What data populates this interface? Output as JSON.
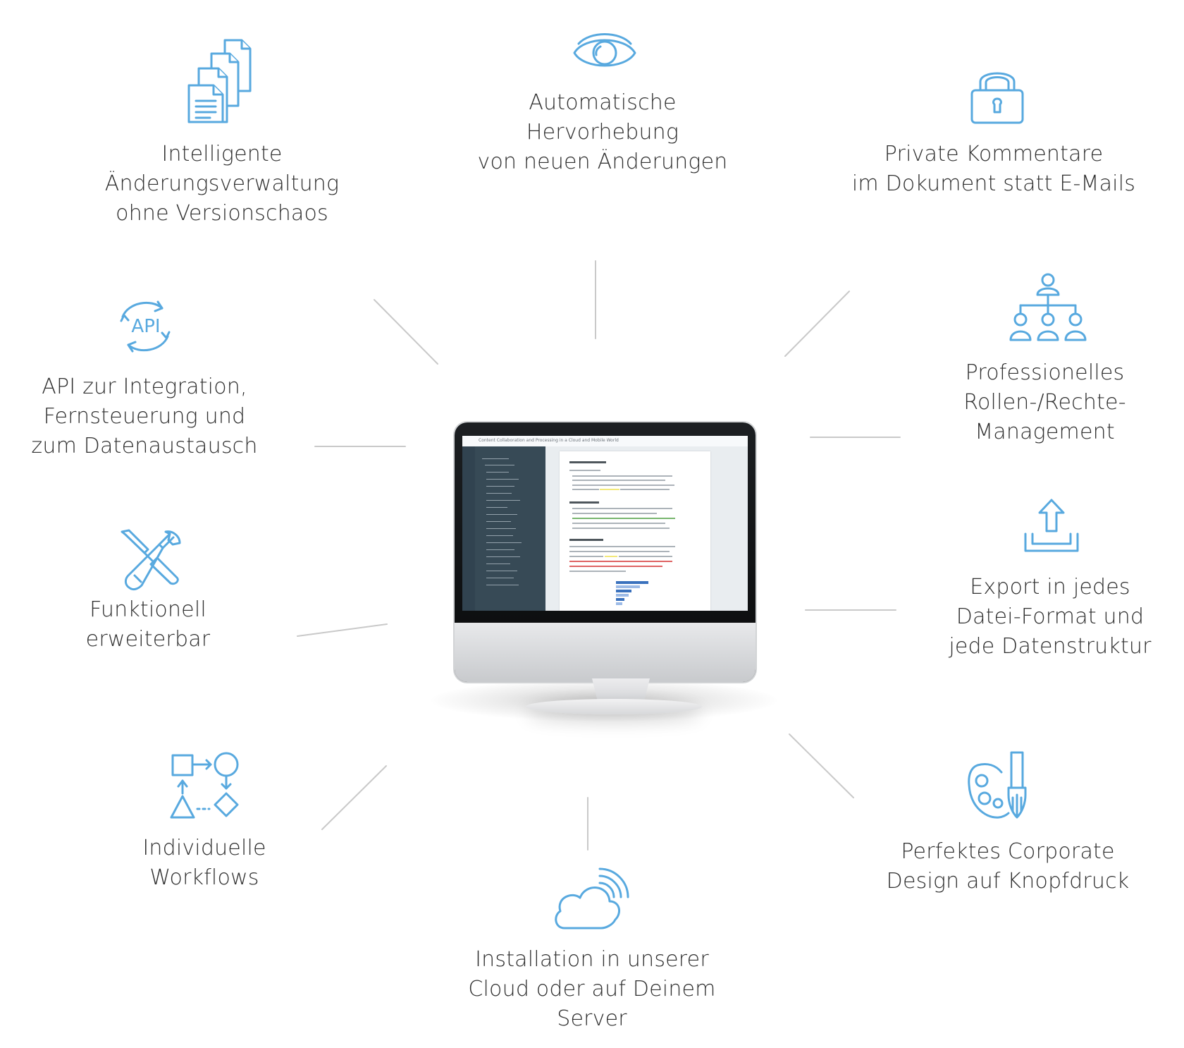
{
  "features": [
    {
      "id": "change-management",
      "icon": "documents-icon",
      "text": "Intelligente\nÄnderungsverwaltung\nohne Versionschaos"
    },
    {
      "id": "highlight-changes",
      "icon": "eye-icon",
      "text": "Automatische\nHervorhebung\nvon neuen Änderungen"
    },
    {
      "id": "private-comments",
      "icon": "lock-icon",
      "text": "Private Kommentare\nim Dokument statt E-Mails"
    },
    {
      "id": "api-integration",
      "icon": "api-sync-icon",
      "icon_label": "API",
      "text": "API zur Integration,\nFernsteuerung und\nzum Datenaustausch"
    },
    {
      "id": "role-rights",
      "icon": "org-chart-icon",
      "text": "Professionelles\nRollen-/Rechte-\nManagement"
    },
    {
      "id": "extensible",
      "icon": "tools-icon",
      "text": "Funktionell\nerweiterbar"
    },
    {
      "id": "export",
      "icon": "export-icon",
      "text": "Export in jedes\nDatei-Format und\njede Datenstruktur"
    },
    {
      "id": "workflows",
      "icon": "workflow-icon",
      "text": "Individuelle\nWorkflows"
    },
    {
      "id": "corporate-design",
      "icon": "palette-brush-icon",
      "text": "Perfektes Corporate\nDesign auf Knopfdruck"
    },
    {
      "id": "installation",
      "icon": "cloud-wireless-icon",
      "text": "Installation in unserer\nCloud oder auf Deinem\nServer"
    }
  ],
  "monitor": {
    "app_title": "Content Collaboration and Processing in a Cloud and Mobile World"
  },
  "colors": {
    "icon_blue": "#58a9df",
    "connector_gray": "#c9c9c9",
    "text": "#2f2f2f"
  }
}
